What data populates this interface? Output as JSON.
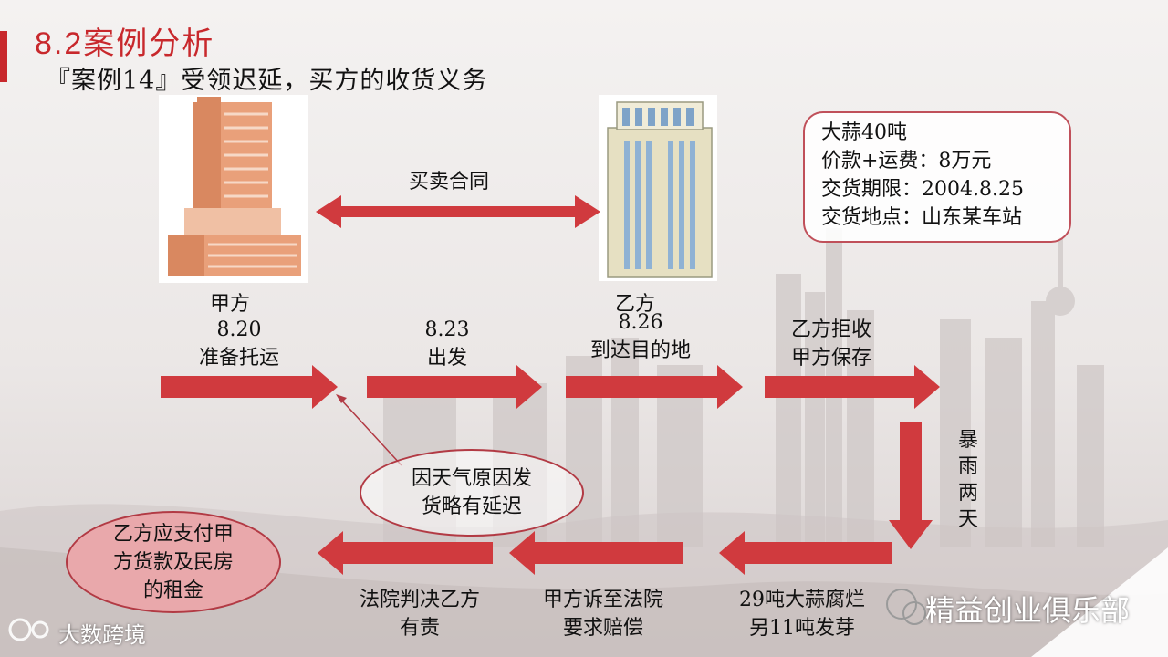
{
  "title": "8.2案例分析",
  "subtitle": "『案例14』受领迟延，买方的收货义务",
  "contract_label": "买卖合同",
  "party_a": "甲方",
  "party_b": "乙方",
  "info_box": [
    "大蒜40吨",
    "价款+运费：8万元",
    "交货期限：2004.8.25",
    "交货地点：山东某车站"
  ],
  "steps": [
    {
      "line1": "8.20",
      "line2": "准备托运"
    },
    {
      "line1": "8.23",
      "line2": "出发"
    },
    {
      "line1": "8.26",
      "line2": "到达目的地"
    },
    {
      "line1": "乙方拒收",
      "line2": "甲方保存"
    }
  ],
  "rain_label": [
    "暴",
    "雨",
    "两",
    "天"
  ],
  "delay_note": [
    "因天气原因发",
    "货略有延迟"
  ],
  "bottom_steps": [
    {
      "line1": "29吨大蒜腐烂",
      "line2": "另11吨发芽"
    },
    {
      "line1": "甲方诉至法院",
      "line2": "要求赔偿"
    },
    {
      "line1": "法院判决乙方",
      "line2": "有责"
    }
  ],
  "result": [
    "乙方应支付甲",
    "方货款及民房",
    "的租金"
  ],
  "watermark_left": "大数跨境",
  "watermark_right": "精益创业俱乐部",
  "colors": {
    "accent": "#c8282c",
    "arrow": "#d03a3e",
    "result_fill": "#e9a8ab"
  }
}
